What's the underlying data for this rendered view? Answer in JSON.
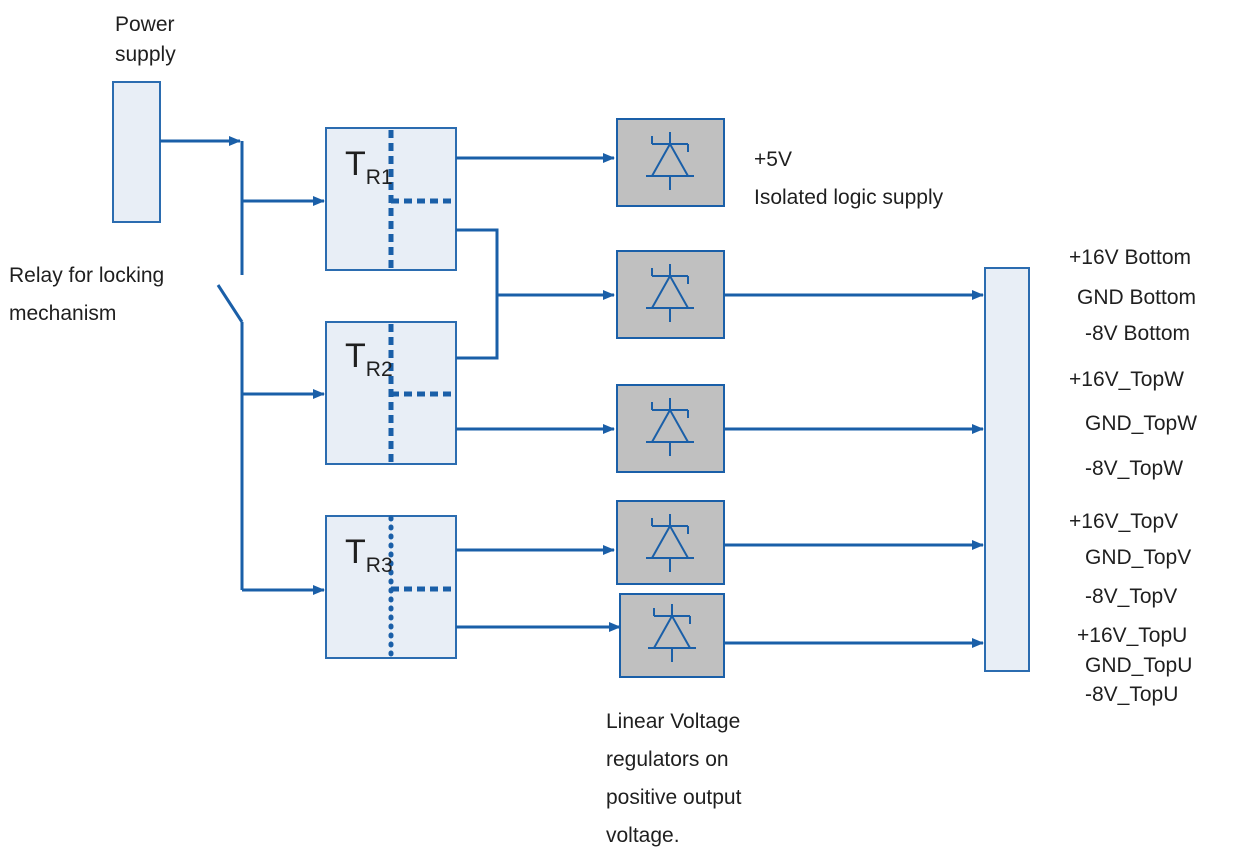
{
  "labels": {
    "power_supply": "Power\nsupply",
    "relay": "Relay for locking\nmechanism",
    "plus5v": "+5V",
    "isolated_logic": "Isolated logic supply",
    "linear_regulators": "Linear Voltage\nregulators on\npositive output\nvoltage."
  },
  "transformers": [
    {
      "main": "T",
      "sub": "R1"
    },
    {
      "main": "T",
      "sub": "R2"
    },
    {
      "main": "T",
      "sub": "R3"
    }
  ],
  "outputs": [
    "+16V  Bottom",
    "GND  Bottom",
    "-8V  Bottom",
    "+16V_TopW",
    "GND_TopW",
    "-8V_TopW",
    "+16V_TopV",
    "GND_TopV",
    "-8V_TopV",
    "+16V_TopU",
    "GND_TopU",
    "-8V_TopU"
  ],
  "colors": {
    "line": "#1a5fa8",
    "box_fill": "#e8eef6",
    "box_border": "#2b6cb0",
    "regulator_fill": "#c0c0c0",
    "regulator_border": "#1a5fa8"
  }
}
